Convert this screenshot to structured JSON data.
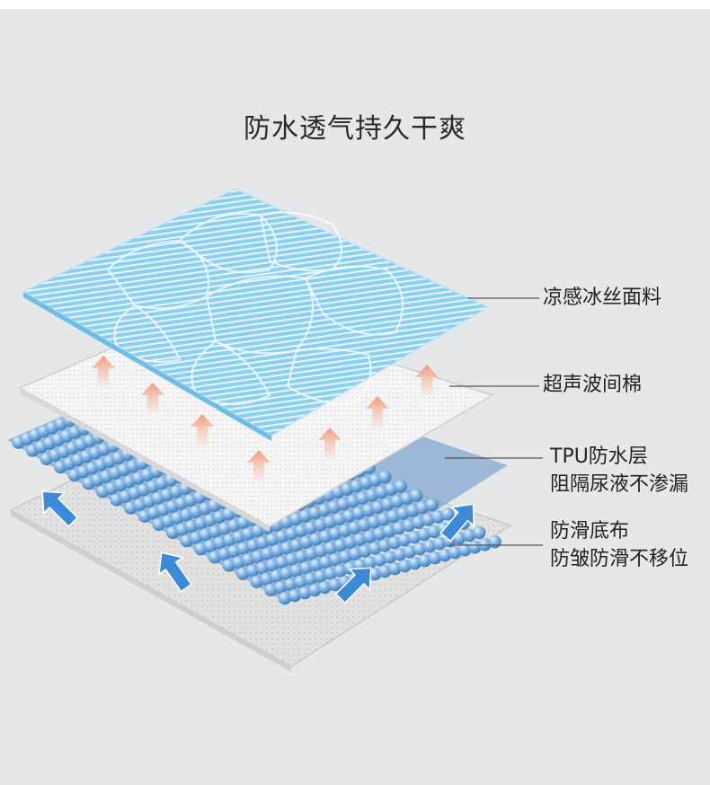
{
  "title": "防水透气持久干爽",
  "layers": [
    {
      "id": "top-fabric",
      "lines": [
        "凉感冰丝面料"
      ]
    },
    {
      "id": "cotton",
      "lines": [
        "超声波间棉"
      ]
    },
    {
      "id": "tpu",
      "lines": [
        "TPU防水层",
        "阻隔尿液不渗漏"
      ]
    },
    {
      "id": "base",
      "lines": [
        "防滑底布",
        "防皱防滑不移位"
      ]
    }
  ],
  "colors": {
    "background": "#e6e7e9",
    "fabric_blue": "#7fc8ea",
    "fabric_blue_dark": "#4aa8dc",
    "cotton_white": "#f4f4f4",
    "up_arrow": "#f0a387",
    "bubble_blue": "#6fa6d8",
    "down_arrow": "#3d8ad6",
    "base_grey": "#dcdcdc",
    "leader_line": "#555555"
  },
  "icons": [
    "up-arrow-icon",
    "down-arrow-icon"
  ]
}
